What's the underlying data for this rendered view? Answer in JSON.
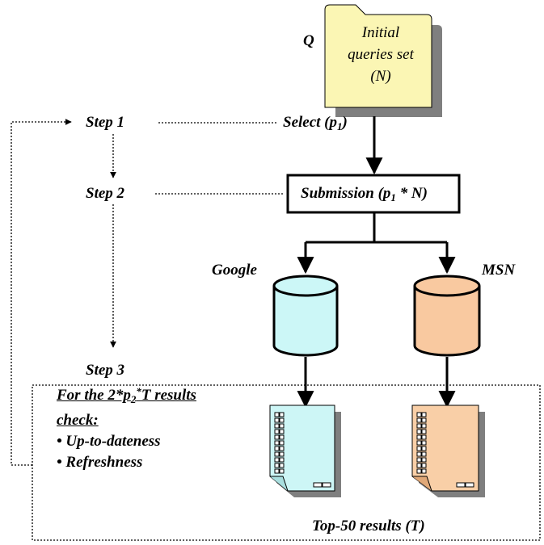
{
  "query_label": "Q",
  "folder": {
    "line1": "Initial",
    "line2": "queries set",
    "line3": "(N)"
  },
  "steps": {
    "step1": "Step 1",
    "step2": "Step 2",
    "step3": "Step 3"
  },
  "select": {
    "prefix": "Select (p",
    "sub": "1",
    "suffix": ")"
  },
  "submission": {
    "prefix": "Submission (p",
    "sub": "1",
    "suffix": " * N)"
  },
  "engines": {
    "google": "Google",
    "msn": "MSN"
  },
  "check": {
    "line1_a": "For the 2*p",
    "line1_sub": "2",
    "line1_sup": "*",
    "line1_b": "T results",
    "line2": "check:",
    "bullet1": "• Up-to-dateness",
    "bullet2": "• Refreshness"
  },
  "results_label": "Top-50 results (T)",
  "colors": {
    "folder_fill": "#fbf6b4",
    "google_fill": "#ccf7f7",
    "msn_fill": "#f9c9a0",
    "google_doc_fill": "#cdf6f6",
    "msn_doc_fill": "#f9cfa7"
  }
}
